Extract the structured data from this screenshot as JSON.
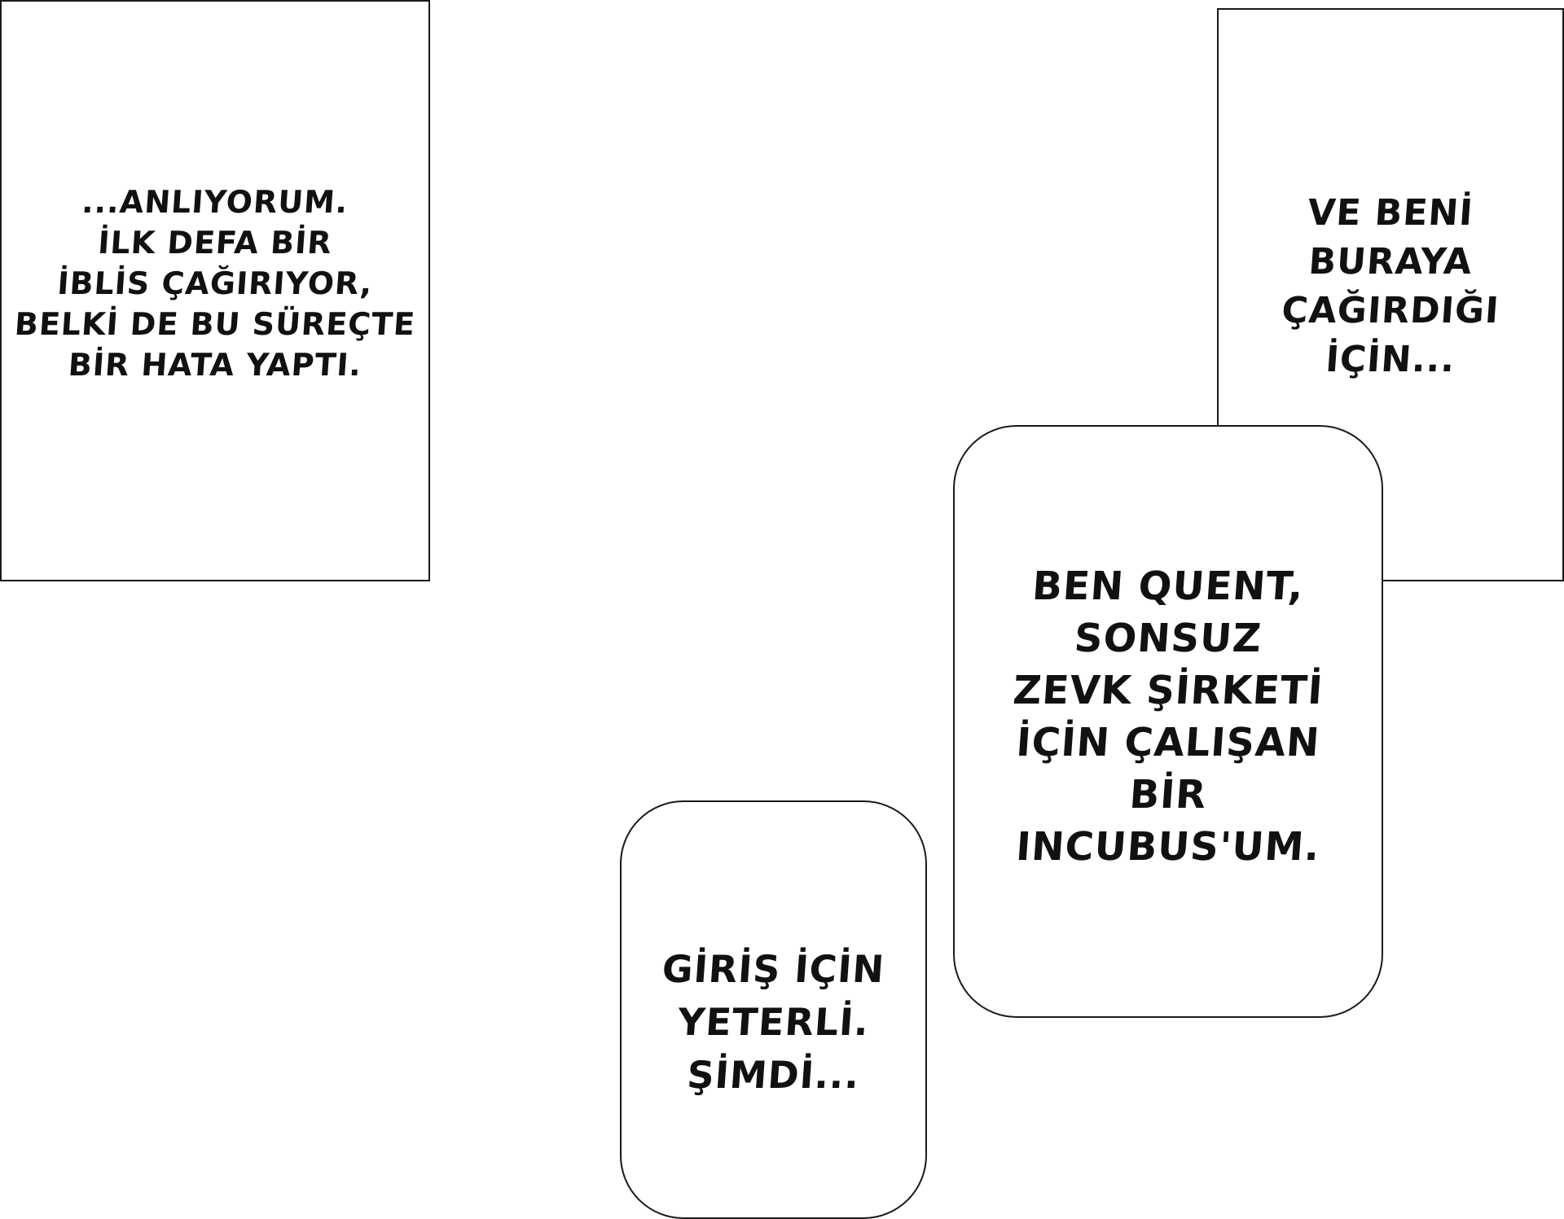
{
  "panels": [
    {
      "lines": [
        "...ANLIYORUM.",
        "İLK DEFA BİR",
        "İBLİS ÇAĞIRIYOR,",
        "BELKİ DE BU SÜREÇTE",
        "BİR HATA YAPTI."
      ]
    },
    {
      "lines": [
        "VE BENİ",
        "BURAYA",
        "ÇAĞIRDIĞI",
        "İÇİN..."
      ]
    }
  ],
  "bubbles": [
    {
      "lines": [
        "BEN QUENT,",
        "SONSUZ",
        "ZEVK ŞİRKETİ",
        "İÇİN ÇALIŞAN",
        "BİR",
        "INCUBUS'UM."
      ]
    },
    {
      "lines": [
        "GİRİŞ İÇİN",
        "YETERLİ.",
        "ŞİMDİ..."
      ]
    }
  ]
}
